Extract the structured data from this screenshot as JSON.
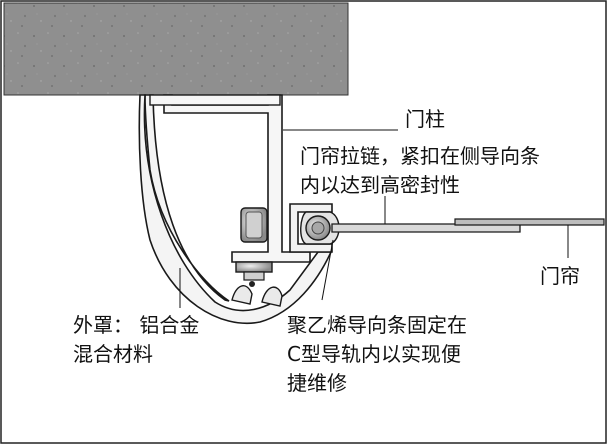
{
  "labels": {
    "door_post": "门柱",
    "zipper_note_1": "门帘拉链，紧扣在侧导向条",
    "zipper_note_2": "内以达到高密封性",
    "curtain": "门帘",
    "cover_1": "外罩：  铝合金",
    "cover_2": "混合材料",
    "guide_1": "聚乙烯导向条固定在",
    "guide_2": "C型导轨内以实现便",
    "guide_3": "捷维修"
  },
  "colors": {
    "concrete": "#8f8f8f",
    "aluminium": "#f4f4f4",
    "bolt": "#c8c8c8",
    "outline": "#1a1a1a",
    "curtain": "#bdbdbd"
  }
}
